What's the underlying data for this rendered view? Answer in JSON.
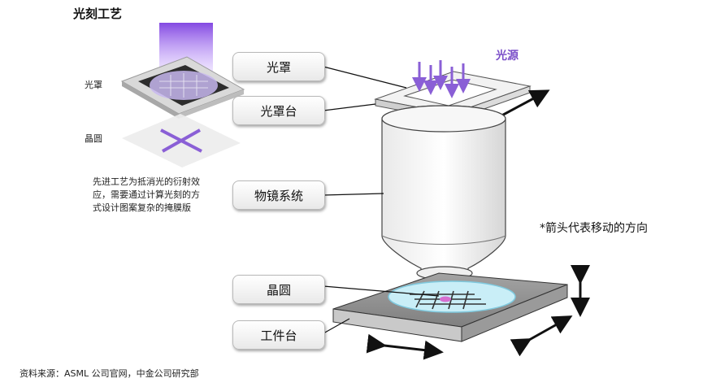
{
  "title": "光刻工艺",
  "left_panel": {
    "mask_label": "光罩",
    "wafer_label": "晶圆",
    "description": "先进工艺为抵消光的衍射效应，需要通过计算光刻的方式设计图案复杂的掩膜版"
  },
  "callouts": {
    "mask": "光罩",
    "mask_stage": "光罩台",
    "objective": "物镜系统",
    "wafer": "晶圆",
    "work_stage": "工件台"
  },
  "light_source_label": "光源",
  "note": "*箭头代表移动的方向",
  "source": "资料来源：ASML 公司官网，中金公司研究部",
  "colors": {
    "accent_purple": "#8a5fd6",
    "light_purple": "#b79be8",
    "wafer_cyan": "#c9eef7",
    "stage_gray": "#8f8f8f"
  }
}
